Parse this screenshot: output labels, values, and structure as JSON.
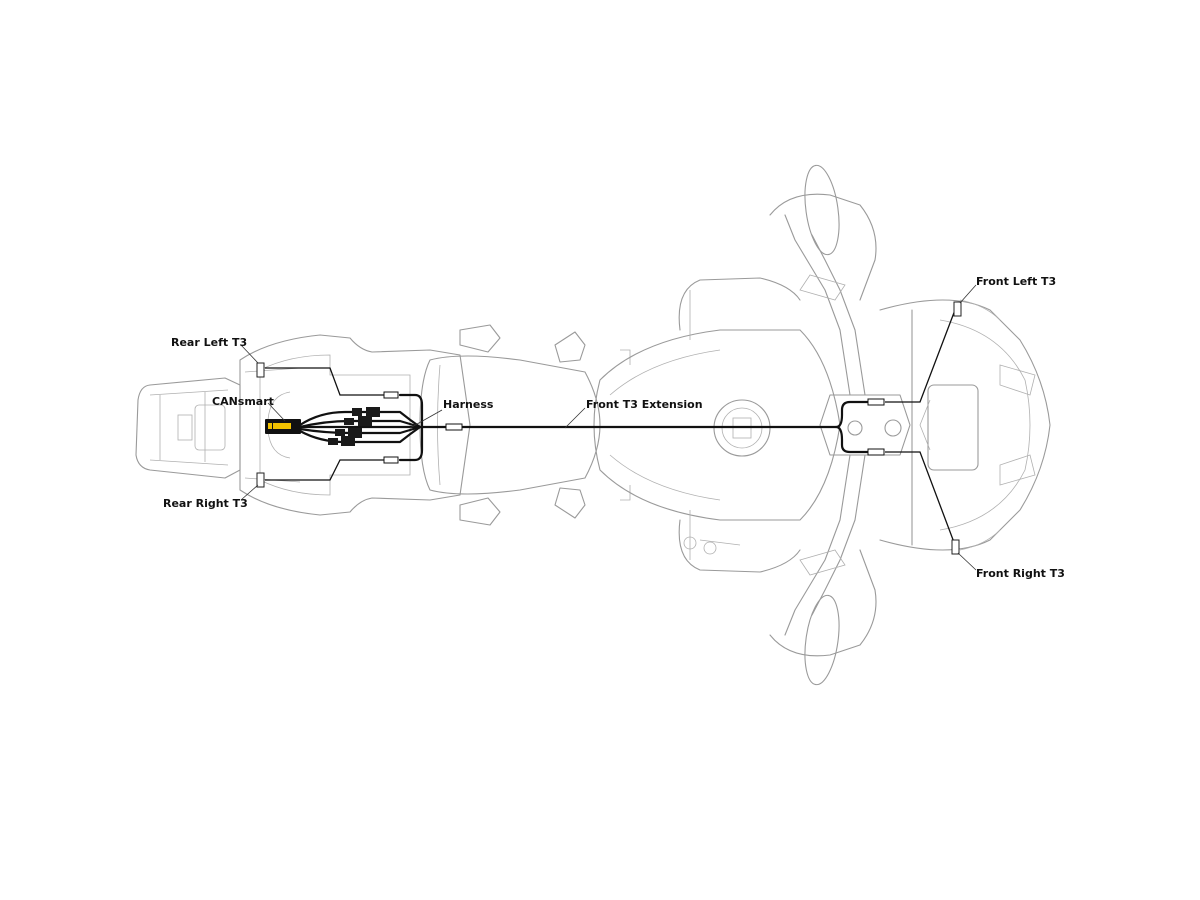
{
  "diagram": {
    "labels": {
      "rear_left": "Rear Left T3",
      "rear_right": "Rear Right T3",
      "cansmart": "CANsmart",
      "harness": "Harness",
      "front_extension": "Front T3 Extension",
      "front_left": "Front Left T3",
      "front_right": "Front Right T3"
    },
    "colors": {
      "outline": "#9a9a9a",
      "wiring": "#111111",
      "controller_accent": "#f2c200"
    }
  }
}
